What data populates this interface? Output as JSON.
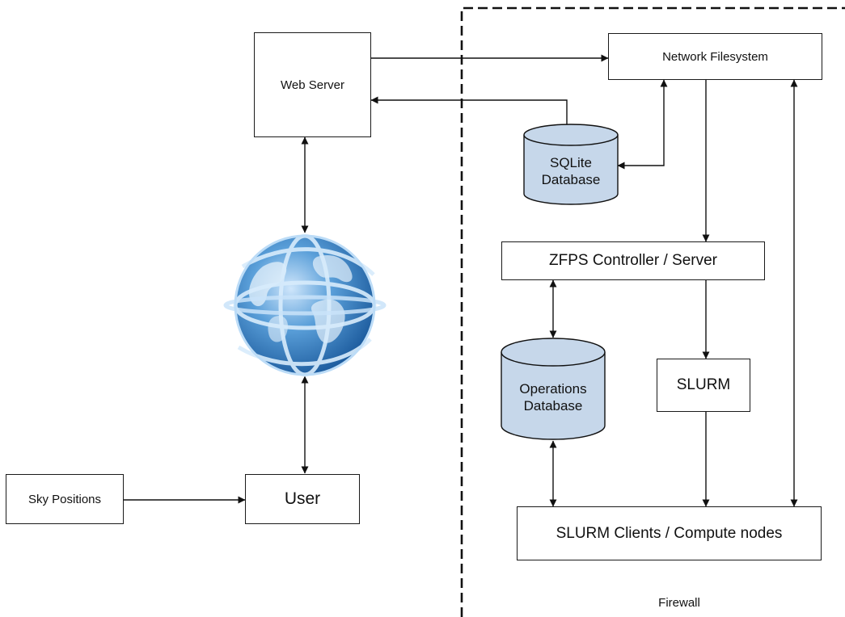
{
  "nodes": {
    "web_server": "Web Server",
    "network_filesystem": "Network Filesystem",
    "sqlite_db": "SQLite\nDatabase",
    "zfps_controller": "ZFPS Controller / Server",
    "operations_db": "Operations\nDatabase",
    "slurm": "SLURM",
    "slurm_clients": "SLURM Clients / Compute nodes",
    "sky_positions": "Sky Positions",
    "user": "User"
  },
  "zones": {
    "firewall": "Firewall"
  },
  "icons": {
    "internet": "globe-icon"
  },
  "colors": {
    "database_fill": "#c6d7ea",
    "line": "#111111",
    "globe": "#3f86c8"
  }
}
